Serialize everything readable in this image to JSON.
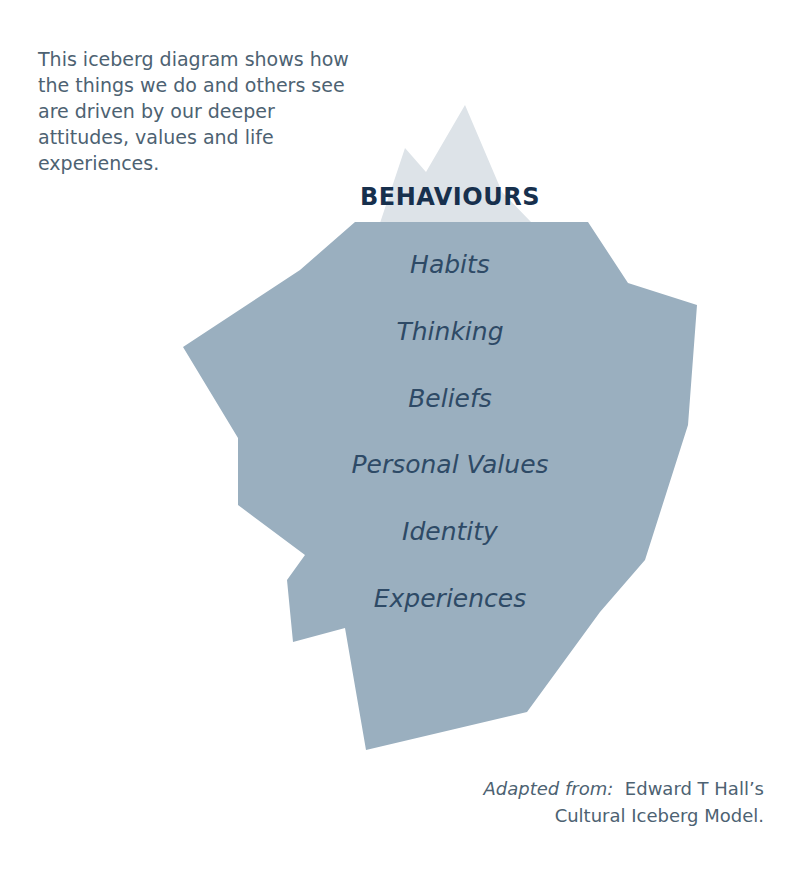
{
  "diagram": {
    "caption": "This iceberg diagram shows how the things we do and others see are driven by our deeper attitudes, values and life experiences.",
    "nodes": [
      {
        "text": [
          "BEHAVIOURS",
          "Habits",
          "Thinking",
          "Beliefs",
          "Personal Values",
          "Identity",
          "Experiences"
        ]
      }
    ],
    "labels": [
      "Adapted from:",
      "Edward T Hall’s Cultural Iceberg Model."
    ]
  }
}
